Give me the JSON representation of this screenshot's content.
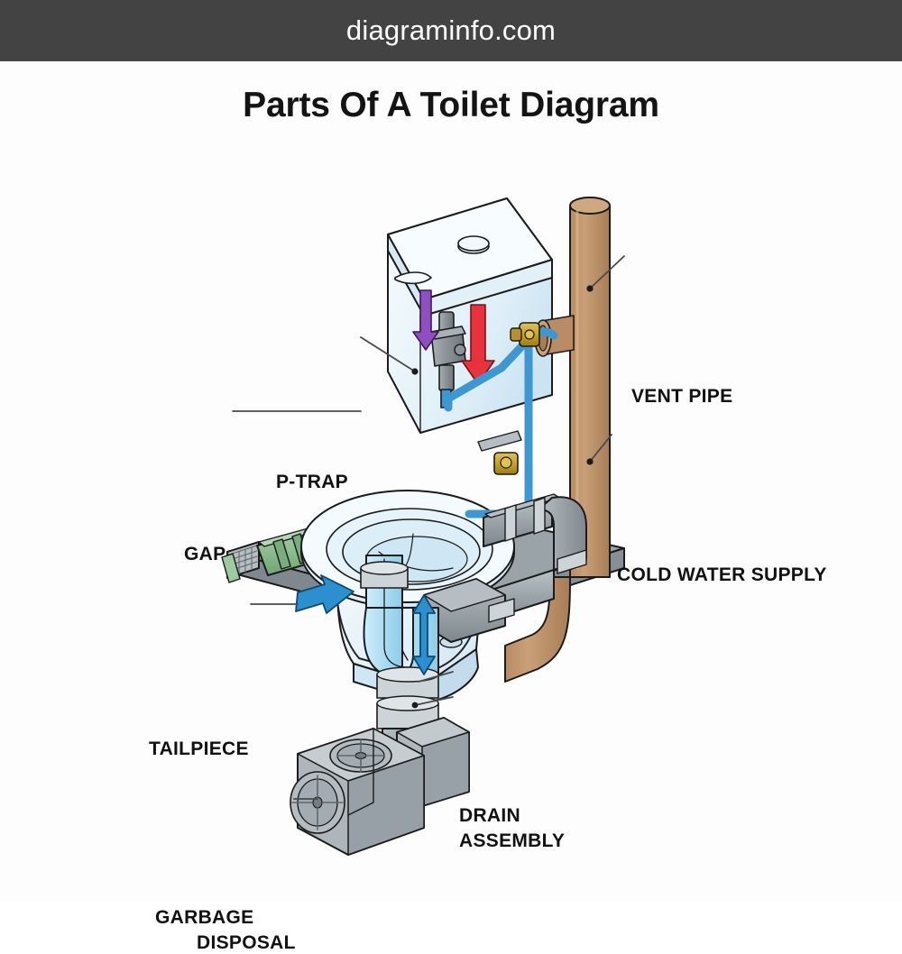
{
  "site_bar": {
    "brand": "diagraminfo.com"
  },
  "title": "Parts Of A Toilet Diagram",
  "diagram": {
    "subject": "toilet-plumbing-cutaway",
    "labels": [
      {
        "id": "vent-pipe",
        "text": "VENT PIPE"
      },
      {
        "id": "cold-water",
        "text": "COLD WATER SUPPLY"
      },
      {
        "id": "p-trap",
        "text": "P-TRAP"
      },
      {
        "id": "gap",
        "text": "GAP"
      },
      {
        "id": "tailpiece",
        "text": "TAILPIECE"
      },
      {
        "id": "drain",
        "text": "DRAIN"
      },
      {
        "id": "assembly",
        "text": "ASSEMBLY"
      },
      {
        "id": "garbage",
        "text": "GARBAGE"
      },
      {
        "id": "disposal",
        "text": "DISPOSAL"
      }
    ],
    "colors": {
      "header_bar": "#434343",
      "header_text": "#ffffff",
      "title_text": "#141414",
      "label_text": "#111111",
      "leader_line": "#4a4a4a",
      "background": "#fdfdfd",
      "porcelain_light": "#f2fafd",
      "porcelain_mid": "#dcedf7",
      "porcelain_shade": "#c8e3f2",
      "outline": "#1b1b1b",
      "vent_pipe_brown": "#c2996f",
      "vent_pipe_brown_dark": "#a87d55",
      "pipe_gray": "#9aa3a8",
      "pipe_gray_dark": "#7d878d",
      "pipe_gray_light": "#b6bec3",
      "water_blue": "#addff2",
      "water_blue_dark": "#8ccde8",
      "supply_blue": "#3d97d3",
      "brass": "#c9a227",
      "brass_dark": "#9c7d16",
      "green_pipe": "#8fbf92",
      "green_pipe_dark": "#6ea472",
      "arrow_purple": "#8e4fc0",
      "arrow_red": "#e8323c",
      "arrow_blue": "#2a90d0"
    },
    "arrows": [
      {
        "id": "tank-fill-arrow",
        "direction": "down",
        "color": "#8e4fc0"
      },
      {
        "id": "tank-flush-arrow",
        "direction": "down",
        "color": "#e8323c"
      },
      {
        "id": "tailpiece-arrow",
        "direction": "down-right",
        "color": "#2a90d0"
      },
      {
        "id": "trap-flow-arrow",
        "direction": "up-down",
        "color": "#2a90d0"
      }
    ]
  }
}
